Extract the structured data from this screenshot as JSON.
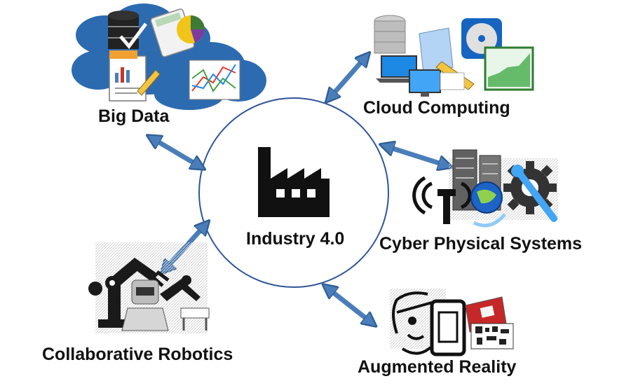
{
  "center": {
    "label": "Industry 4.0"
  },
  "nodes": {
    "big_data": "Big Data",
    "cloud_computing": "Cloud Computing",
    "cyber_physical": "Cyber Physical Systems",
    "collaborative_robotics": "Collaborative Robotics",
    "augmented_reality": "Augmented Reality"
  },
  "colors": {
    "circle_stroke": "#2e5597",
    "arrow": "#4a7ebb",
    "arrow_stroke": "#2f5d93",
    "cloud": "#2d6bb0",
    "text": "#111111"
  }
}
